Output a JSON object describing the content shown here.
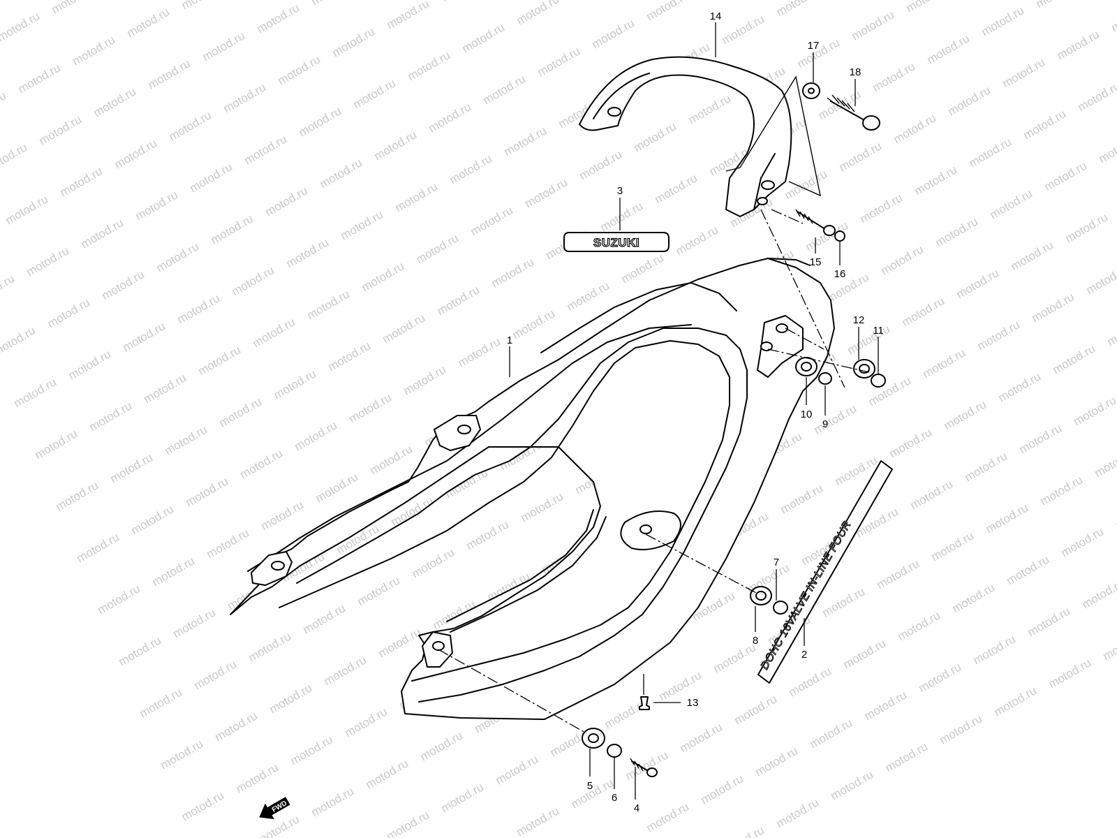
{
  "watermark": "motod.ru",
  "badge_text": "SUZUKI",
  "decal_text": "DOHC 16VALVE IN-LINE FOUR",
  "fwd_label": "FWD",
  "callouts": [
    {
      "id": "p1",
      "label": "1"
    },
    {
      "id": "p2",
      "label": "2"
    },
    {
      "id": "p3",
      "label": "3"
    },
    {
      "id": "p4",
      "label": "4"
    },
    {
      "id": "p5",
      "label": "5"
    },
    {
      "id": "p6",
      "label": "6"
    },
    {
      "id": "p7",
      "label": "7"
    },
    {
      "id": "p8",
      "label": "8"
    },
    {
      "id": "p9",
      "label": "9"
    },
    {
      "id": "p10",
      "label": "10"
    },
    {
      "id": "p11",
      "label": "11"
    },
    {
      "id": "p12",
      "label": "12"
    },
    {
      "id": "p13",
      "label": "13"
    },
    {
      "id": "p14",
      "label": "14"
    },
    {
      "id": "p15",
      "label": "15"
    },
    {
      "id": "p16",
      "label": "16"
    },
    {
      "id": "p17",
      "label": "17"
    },
    {
      "id": "p18",
      "label": "18"
    }
  ]
}
